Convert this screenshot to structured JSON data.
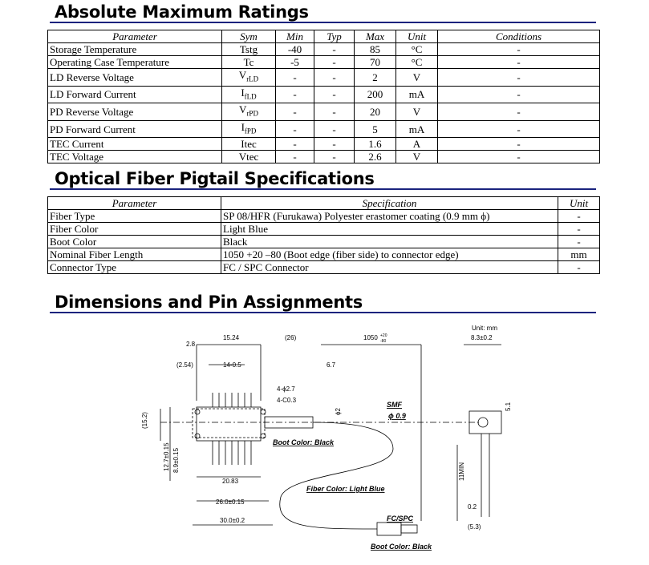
{
  "sections": {
    "ratings_title": "Absolute Maximum Ratings",
    "fiber_title": "Optical Fiber Pigtail Specifications",
    "dims_title": "Dimensions and Pin Assignments"
  },
  "ratings": {
    "headers": [
      "Parameter",
      "Sym",
      "Min",
      "Typ",
      "Max",
      "Unit",
      "Conditions"
    ],
    "rows": [
      {
        "param": "Storage Temperature",
        "sym": "Tstg",
        "sub": "",
        "min": "-40",
        "typ": "-",
        "max": "85",
        "unit": "°C",
        "cond": "-"
      },
      {
        "param": "Operating Case Temperature",
        "sym": "Tc",
        "sub": "",
        "min": "-5",
        "typ": "-",
        "max": "70",
        "unit": "°C",
        "cond": "-"
      },
      {
        "param": "LD Reverse Voltage",
        "sym": "V",
        "sub": "rLD",
        "min": "-",
        "typ": "-",
        "max": "2",
        "unit": "V",
        "cond": "-"
      },
      {
        "param": "LD Forward Current",
        "sym": "I",
        "sub": "fLD",
        "min": "-",
        "typ": "-",
        "max": "200",
        "unit": "mA",
        "cond": "-"
      },
      {
        "param": "PD Reverse Voltage",
        "sym": "V",
        "sub": "rPD",
        "min": "-",
        "typ": "-",
        "max": "20",
        "unit": "V",
        "cond": "-"
      },
      {
        "param": "PD Forward Current",
        "sym": "I",
        "sub": "fPD",
        "min": "-",
        "typ": "-",
        "max": "5",
        "unit": "mA",
        "cond": "-"
      },
      {
        "param": "TEC Current",
        "sym": "Itec",
        "sub": "",
        "min": "-",
        "typ": "-",
        "max": "1.6",
        "unit": "A",
        "cond": "-"
      },
      {
        "param": "TEC Voltage",
        "sym": "Vtec",
        "sub": "",
        "min": "-",
        "typ": "-",
        "max": "2.6",
        "unit": "V",
        "cond": "-"
      }
    ]
  },
  "fiber": {
    "headers": [
      "Parameter",
      "Specification",
      "Unit"
    ],
    "rows": [
      {
        "param": "Fiber Type",
        "spec": "SP 08/HFR (Furukawa) Polyester erastomer coating (0.9 mm ϕ)",
        "unit": "-"
      },
      {
        "param": "Fiber Color",
        "spec": "Light Blue",
        "unit": "-"
      },
      {
        "param": "Boot Color",
        "spec": "Black",
        "unit": "-"
      },
      {
        "param": "Nominal Fiber Length",
        "spec": "1050 +20 –80  (Boot edge (fiber side) to connector edge)",
        "unit": "mm"
      },
      {
        "param": "Connector Type",
        "spec": "FC / SPC Connector",
        "unit": "-"
      }
    ]
  },
  "drawing": {
    "unit_note": "Unit: mm",
    "dim_15_24": "15.24",
    "dim_26": "(26)",
    "dim_1050": "1050",
    "dim_1050_tol_top": "+20",
    "dim_1050_tol_bot": "-80",
    "dim_8_3": "8.3±0.2",
    "dim_2_8": "2.8",
    "dim_2_54": "(2.54)",
    "dim_14_0_5": "14-0.5",
    "dim_6_7": "6.7",
    "dim_4_phi": "4-ϕ2.7",
    "dim_4_c": "4-C0.3",
    "dim_phi2": "ϕ2",
    "dim_5_1": "5.1",
    "dim_15_2": "(15.2)",
    "dim_12_7": "12.7±0.15",
    "dim_8_9": "8.9±0.15",
    "dim_20_83": "20.83",
    "dim_26_0": "26.0±0.15",
    "dim_30_0": "30.0±0.2",
    "dim_11min": "11MIN",
    "dim_0_2": "0.2",
    "dim_5_3": "(5.3)",
    "smf_label": "SMF",
    "smf_dia": "ϕ 0.9",
    "boot_color_1": "Boot Color: Black",
    "fiber_color": "Fiber Color: Light Blue",
    "connector_label": "FC/SPC",
    "boot_color_2": "Boot Color: Black"
  }
}
